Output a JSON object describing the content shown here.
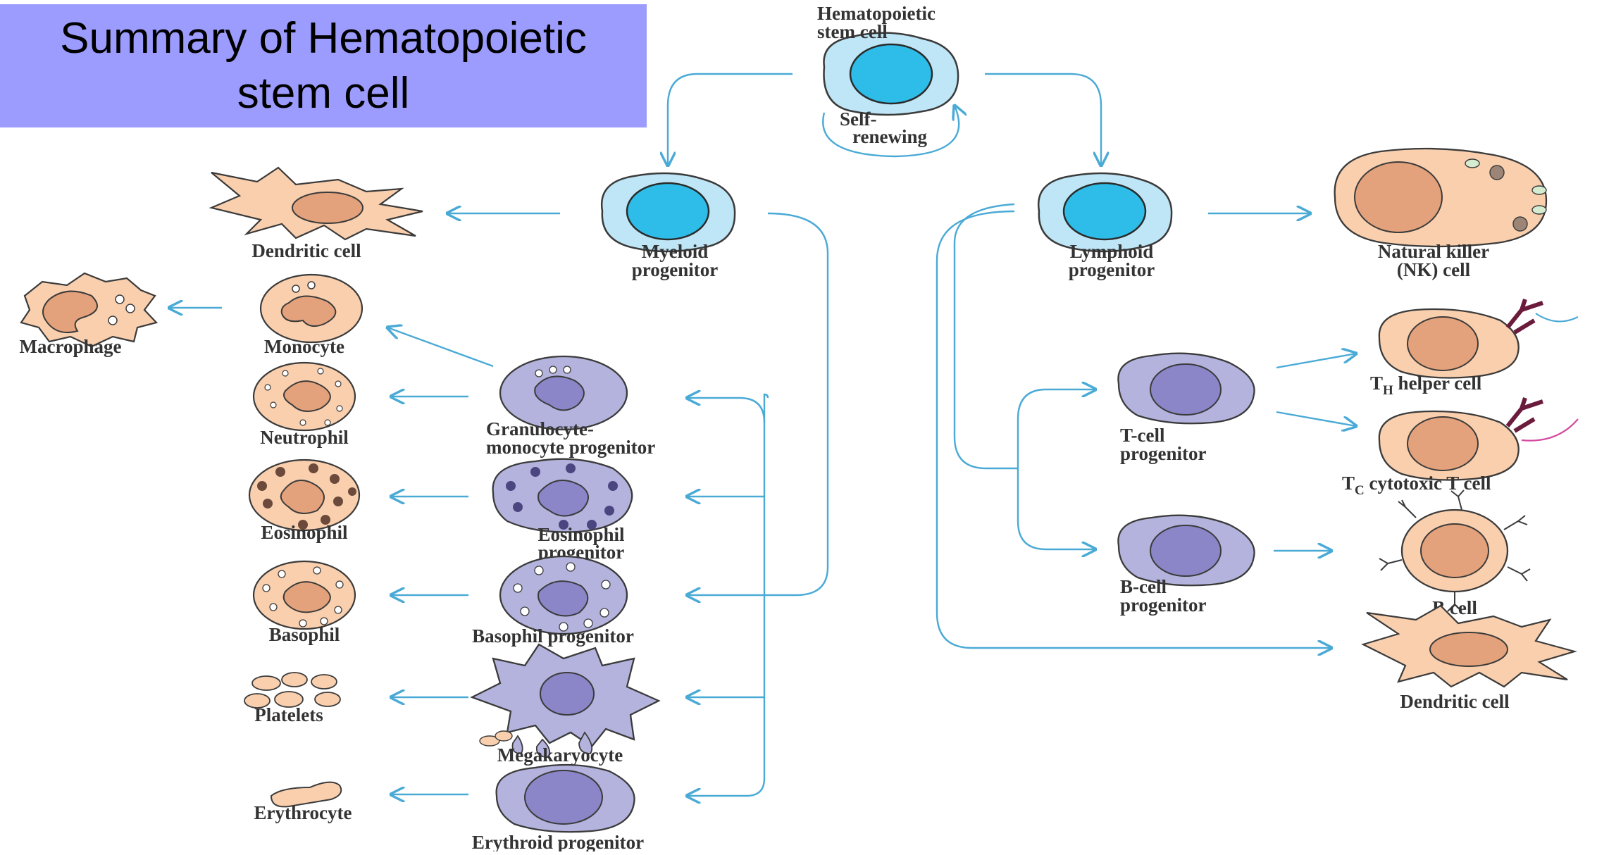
{
  "title": {
    "line1": "Summary of Hematopoietic",
    "line2": "stem cell"
  },
  "colors": {
    "arrow": "#4aaad6",
    "stem_outer": "#bfe6f6",
    "stem_nucleus": "#2ebde8",
    "progenitor_outer": "#b3b3de",
    "progenitor_nucleus": "#8a86c8",
    "mature_cytoplasm": "#f9cfae",
    "mature_nucleus": "#e3a27c",
    "title_bg": "#9c9cff",
    "receptor": "#6b1b3b"
  },
  "labels": {
    "hsc": [
      "Hematopoietic",
      "stem cell"
    ],
    "self_renewing": [
      "Self-",
      "renewing"
    ],
    "myeloid": [
      "Myeloid",
      "progenitor"
    ],
    "lymphoid": [
      "Lymphoid",
      "progenitor"
    ],
    "dendritic_left": "Dendritic cell",
    "macrophage": "Macrophage",
    "monocyte": "Monocyte",
    "neutrophil": "Neutrophil",
    "eosinophil": "Eosinophil",
    "basophil": "Basophil",
    "platelets": "Platelets",
    "erythrocyte": "Erythrocyte",
    "gm_progenitor": [
      "Granulocyte-",
      "monocyte progenitor"
    ],
    "eos_progenitor": [
      "Eosinophil",
      "progenitor"
    ],
    "baso_progenitor": "Basophil progenitor",
    "megakaryocyte": "Megakaryocyte",
    "erythroid_progenitor": "Erythroid progenitor",
    "nk_cell": [
      "Natural killer",
      "(NK) cell"
    ],
    "t_progenitor": [
      "T-cell",
      "progenitor"
    ],
    "b_progenitor": [
      "B-cell",
      "progenitor"
    ],
    "th_cell": {
      "main": "T",
      "sub": "H",
      "rest": " helper cell"
    },
    "tc_cell": {
      "main": "T",
      "sub": "C",
      "rest": " cytotoxic T cell"
    },
    "b_cell": "B cell",
    "dendritic_right": "Dendritic cell"
  }
}
